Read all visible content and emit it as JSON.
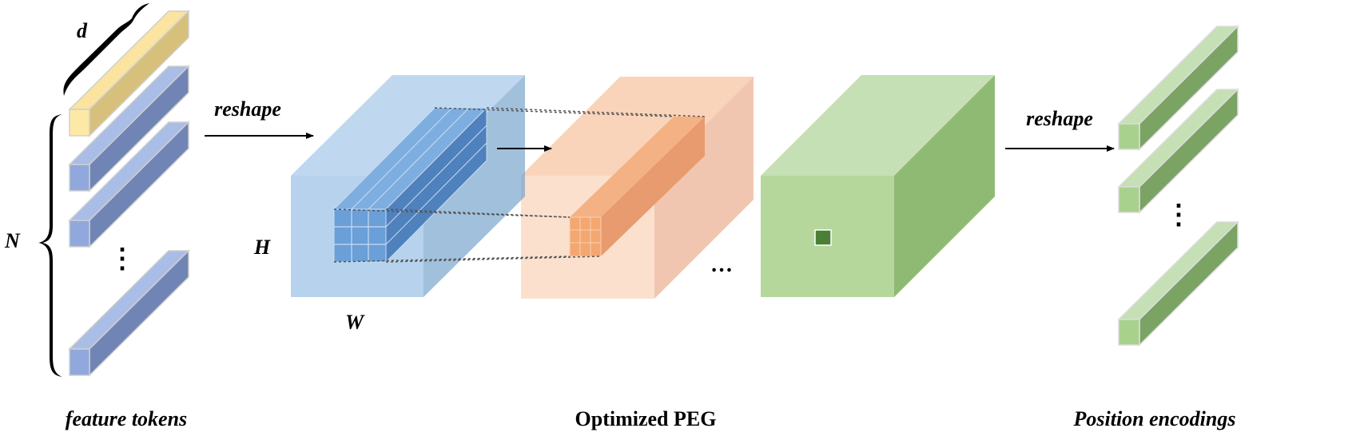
{
  "labels": {
    "d": "d",
    "N": "N",
    "H": "H",
    "W": "W",
    "reshape_left": "reshape",
    "reshape_right": "reshape",
    "feature_tokens": "feature tokens",
    "optimized_peg": "Optimized PEG",
    "position_encodings": "Position encodings",
    "dots_vertical_left": "⋮",
    "dots_vertical_right": "⋮",
    "dots_horizontal": "…"
  },
  "colors": {
    "yellow_front": "#fde9a6",
    "yellow_top": "#fbe3a0",
    "yellow_side": "#d6c07c",
    "blue_front": "#90a8dc",
    "blue_top": "#a9bde6",
    "blue_side": "#7085b5",
    "blue_cube": "#6fa8dc",
    "orange_cube": "#f4b183",
    "green_cube": "#a9d18e",
    "green_front": "#a9d18e",
    "green_top": "#c5e0b4",
    "green_side": "#7aa364",
    "dark_green": "#4b7f35"
  }
}
